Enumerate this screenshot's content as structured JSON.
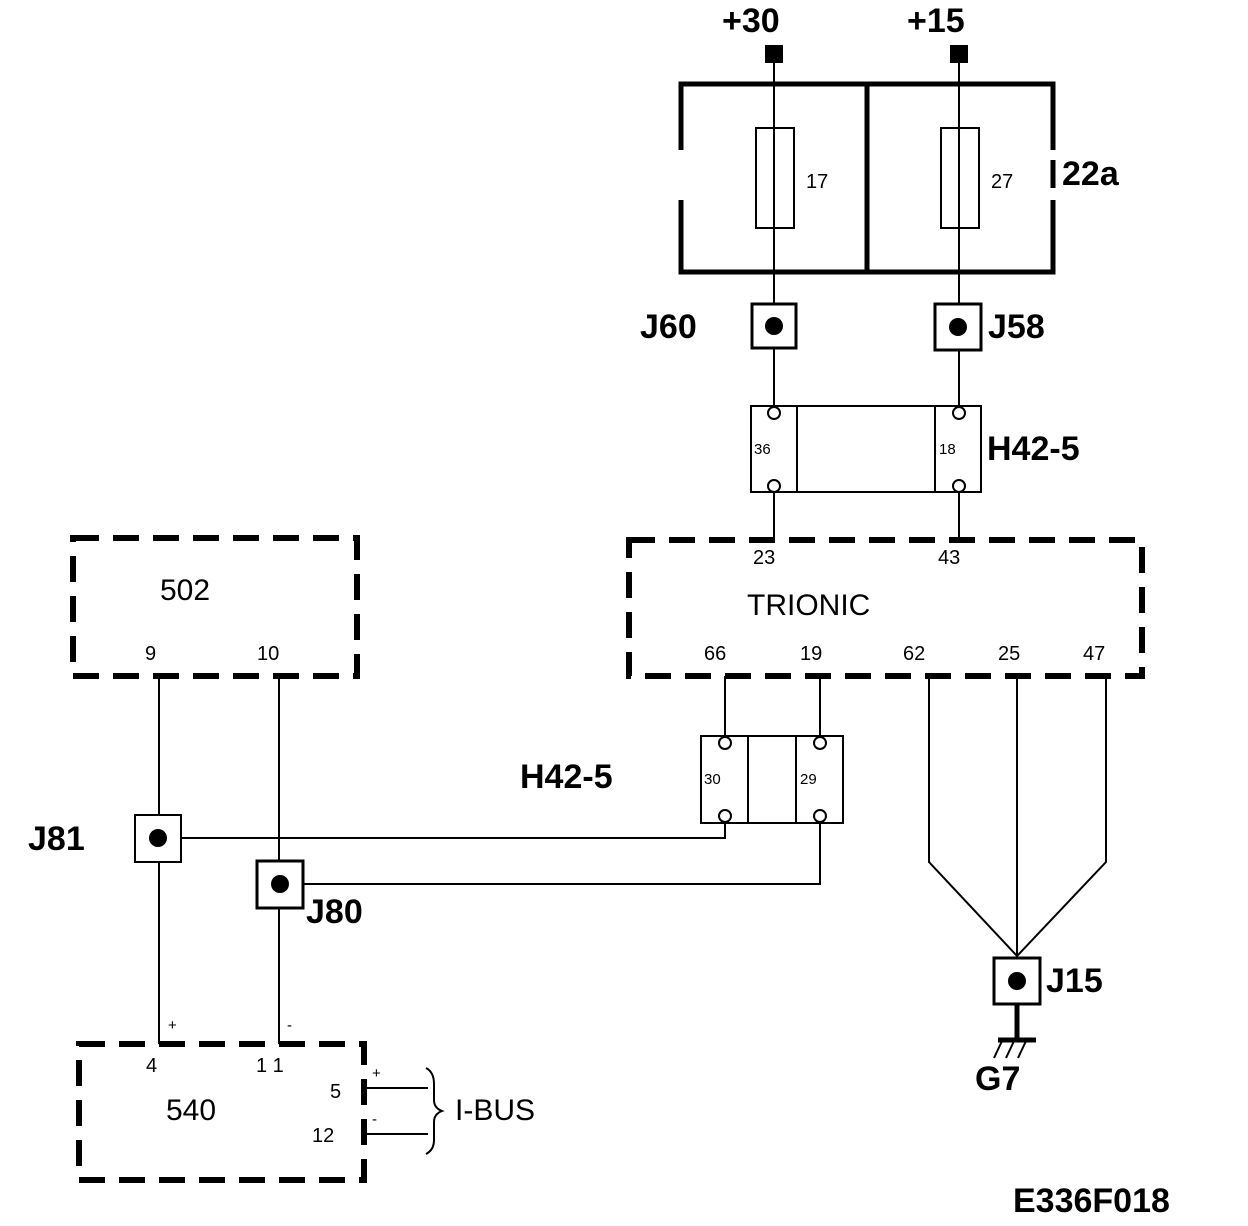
{
  "supply": {
    "plus30": "+30",
    "plus15": "+15"
  },
  "fusebox": {
    "label": "22a",
    "fuse_a": "17",
    "fuse_b": "27"
  },
  "junctions": {
    "j60": "J60",
    "j58": "J58",
    "j81": "J81",
    "j80": "J80",
    "j15": "J15"
  },
  "connector_top": {
    "label": "H42-5",
    "pin_left": "36",
    "pin_right": "18"
  },
  "connector_mid": {
    "label": "H42-5",
    "pin_left": "30",
    "pin_right": "29"
  },
  "trionic": {
    "label": "TRIONIC",
    "pin_23": "23",
    "pin_43": "43",
    "pin_66": "66",
    "pin_19": "19",
    "pin_62": "62",
    "pin_25": "25",
    "pin_47": "47"
  },
  "unit_502": {
    "label": "502",
    "pin_9": "9",
    "pin_10": "10"
  },
  "unit_540": {
    "label": "540",
    "pin_4": "4",
    "pin_11": "1 1",
    "pin_5": "5",
    "pin_12": "12",
    "plus": "+",
    "minus": "-",
    "plus_b": "+",
    "minus_b": "-"
  },
  "ibus": {
    "label": "I-BUS"
  },
  "ground": {
    "label": "G7"
  },
  "figure_code": "E336F018"
}
